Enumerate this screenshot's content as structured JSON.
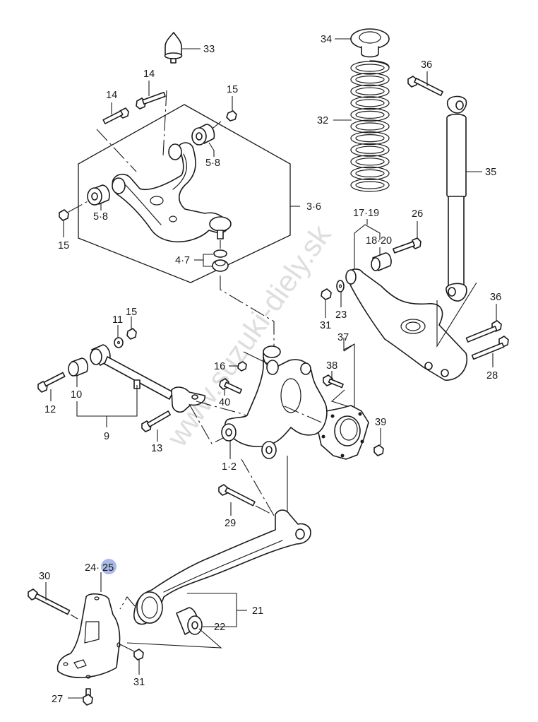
{
  "diagram": {
    "title": "Rear suspension exploded parts diagram",
    "watermark": "www.suzuki-diely.sk",
    "highlight_color": "#a9b9e6",
    "highlighted_callout": "25",
    "callouts": {
      "c33": "33",
      "c34": "34",
      "c32": "32",
      "c36a": "36",
      "c35": "35",
      "c14a": "14",
      "c14b": "14",
      "c15a": "15",
      "c15b": "15",
      "c58a": "5·8",
      "c58b": "5·8",
      "c36": "3·6",
      "c47": "4·7",
      "c1719": "17·19",
      "c1820": "18·20",
      "c26": "26",
      "c31a": "31",
      "c23": "23",
      "c36b": "36",
      "c28": "28",
      "c37": "37",
      "c38": "38",
      "c39": "39",
      "c11": "11",
      "c15c": "15",
      "c16": "16",
      "c12": "12",
      "c10": "10",
      "c40": "40",
      "c9": "9",
      "c13": "13",
      "c12b": "1·2",
      "c29": "29",
      "c24": "24·",
      "c25": "25",
      "c30": "30",
      "c21": "21",
      "c22": "22",
      "c31b": "31",
      "c27": "27"
    }
  }
}
